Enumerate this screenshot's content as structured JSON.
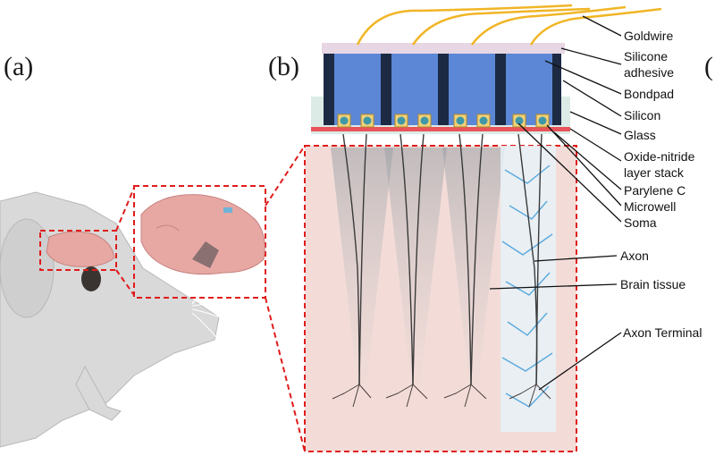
{
  "panels": {
    "a": "(a)",
    "b": "(b)",
    "c_partial": "("
  },
  "labels": [
    {
      "id": "goldwire",
      "text": "Goldwire"
    },
    {
      "id": "silicone-adhesive-1",
      "text": "Silicone"
    },
    {
      "id": "silicone-adhesive-2",
      "text": "adhesive"
    },
    {
      "id": "bondpad",
      "text": "Bondpad"
    },
    {
      "id": "silicon",
      "text": "Silicon"
    },
    {
      "id": "glass",
      "text": "Glass"
    },
    {
      "id": "oxide-nitride-1",
      "text": "Oxide-nitride"
    },
    {
      "id": "oxide-nitride-2",
      "text": "layer stack"
    },
    {
      "id": "parylene-c",
      "text": "Parylene C"
    },
    {
      "id": "microwell",
      "text": "Microwell"
    },
    {
      "id": "soma",
      "text": "Soma"
    },
    {
      "id": "axon",
      "text": "Axon"
    },
    {
      "id": "brain-tissue",
      "text": "Brain tissue"
    },
    {
      "id": "axon-terminal",
      "text": "Axon Terminal"
    }
  ],
  "colors": {
    "silicon": "#5b87d6",
    "silicon_edge": "#1c2a44",
    "glass": "#dcebe6",
    "tissue": "#f3dcd8",
    "brain": "#e7a8a4",
    "mouse": "#d9d9d9",
    "goldwire": "#f1b526",
    "zoom_box": "#e01b1b",
    "oxide_stack": "#e8535a",
    "neuron_blue": "#5aa9de"
  }
}
